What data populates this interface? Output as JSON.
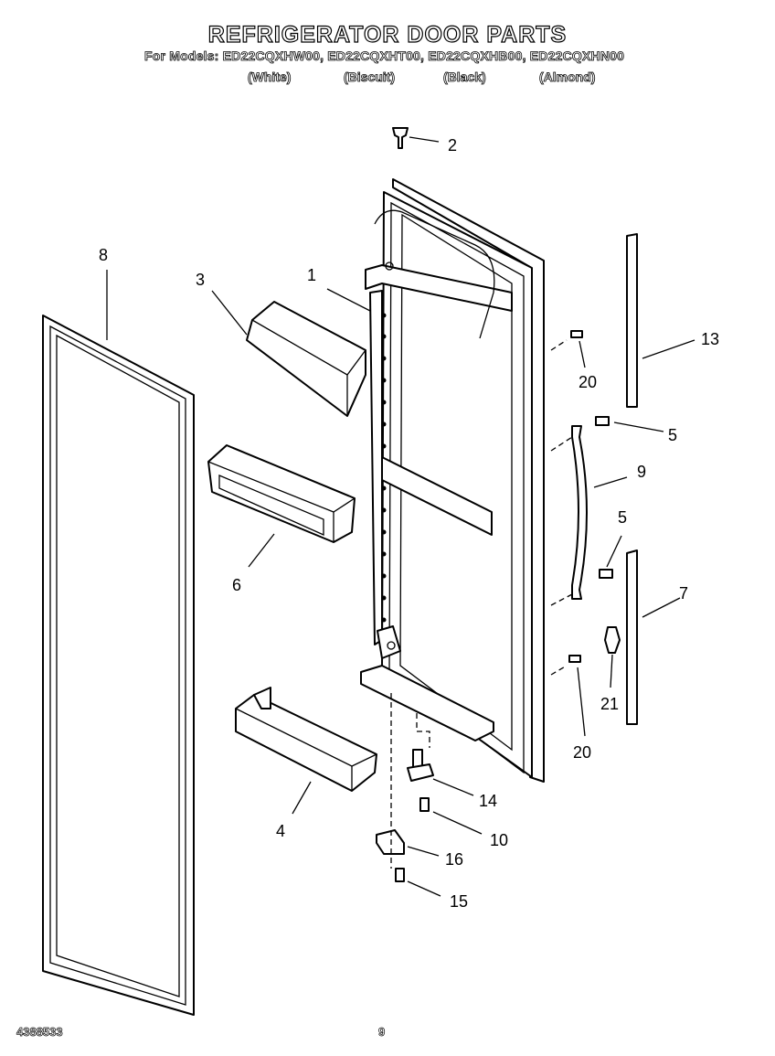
{
  "header": {
    "title": "REFRIGERATOR DOOR PARTS",
    "models_line": "For Models: ED22CQXHW00, ED22CQXHT00, ED22CQXHB00, ED22CQXHN00",
    "colors": [
      "(White)",
      "(Biscuit)",
      "(Black)",
      "(Almond)"
    ]
  },
  "callouts": {
    "c1": "1",
    "c2": "2",
    "c3": "3",
    "c4": "4",
    "c5a": "5",
    "c5b": "5",
    "c6": "6",
    "c7": "7",
    "c8": "8",
    "c9": "9",
    "c10": "10",
    "c13": "13",
    "c14": "14",
    "c15": "15",
    "c16": "16",
    "c20a": "20",
    "c20b": "20",
    "c21": "21"
  },
  "footer": {
    "doc_number": "4388533",
    "page_number": "9"
  }
}
